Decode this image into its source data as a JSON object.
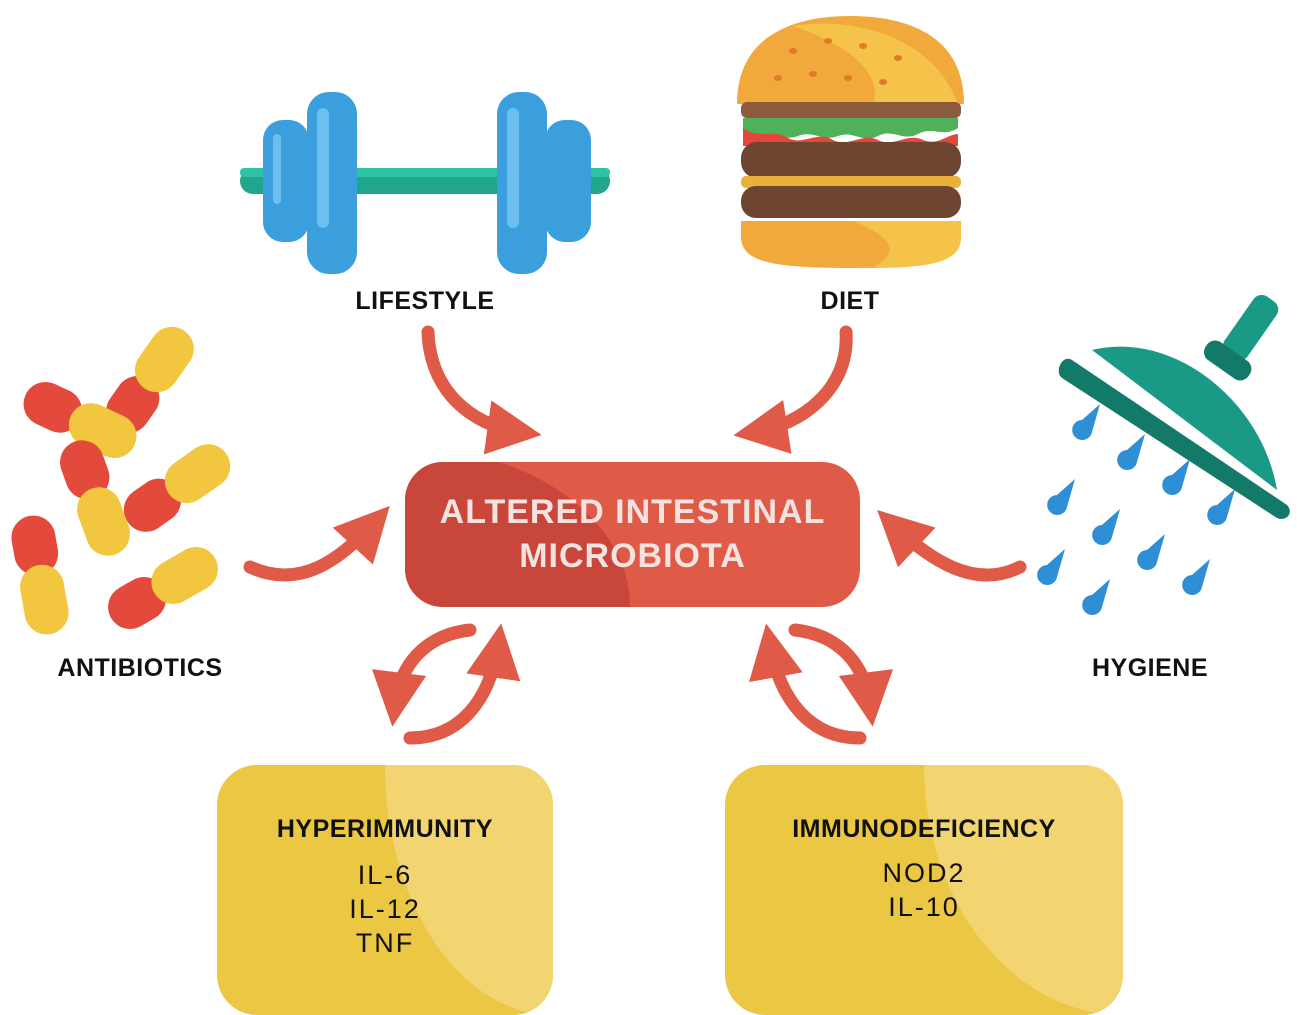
{
  "labels": {
    "lifestyle": "LIFESTYLE",
    "diet": "DIET",
    "antibiotics": "ANTIBIOTICS",
    "hygiene": "HYGIENE"
  },
  "center": {
    "line1": "ALTERED INTESTINAL",
    "line2": "MICROBIOTA"
  },
  "boxes": {
    "hyperimmunity": {
      "title": "HYPERIMMUNITY",
      "items": [
        "IL-6",
        "IL-12",
        "TNF"
      ]
    },
    "immunodeficiency": {
      "title": "IMMUNODEFICIENCY",
      "items": [
        "NOD2",
        "IL-10"
      ]
    }
  },
  "colors": {
    "arrow": "#e05a48",
    "center_box": "#e05a48",
    "yellow_box": "#ecc744",
    "dumbbell_blue": "#3a9fdc",
    "dumbbell_bar": "#1fa68c",
    "shower_green": "#1a9a86",
    "drop_blue": "#2f8fd6",
    "pill_red": "#e34a3c",
    "pill_yellow": "#f3c63f"
  },
  "icons": [
    "dumbbell-icon",
    "burger-icon",
    "pills-icon",
    "shower-icon"
  ]
}
